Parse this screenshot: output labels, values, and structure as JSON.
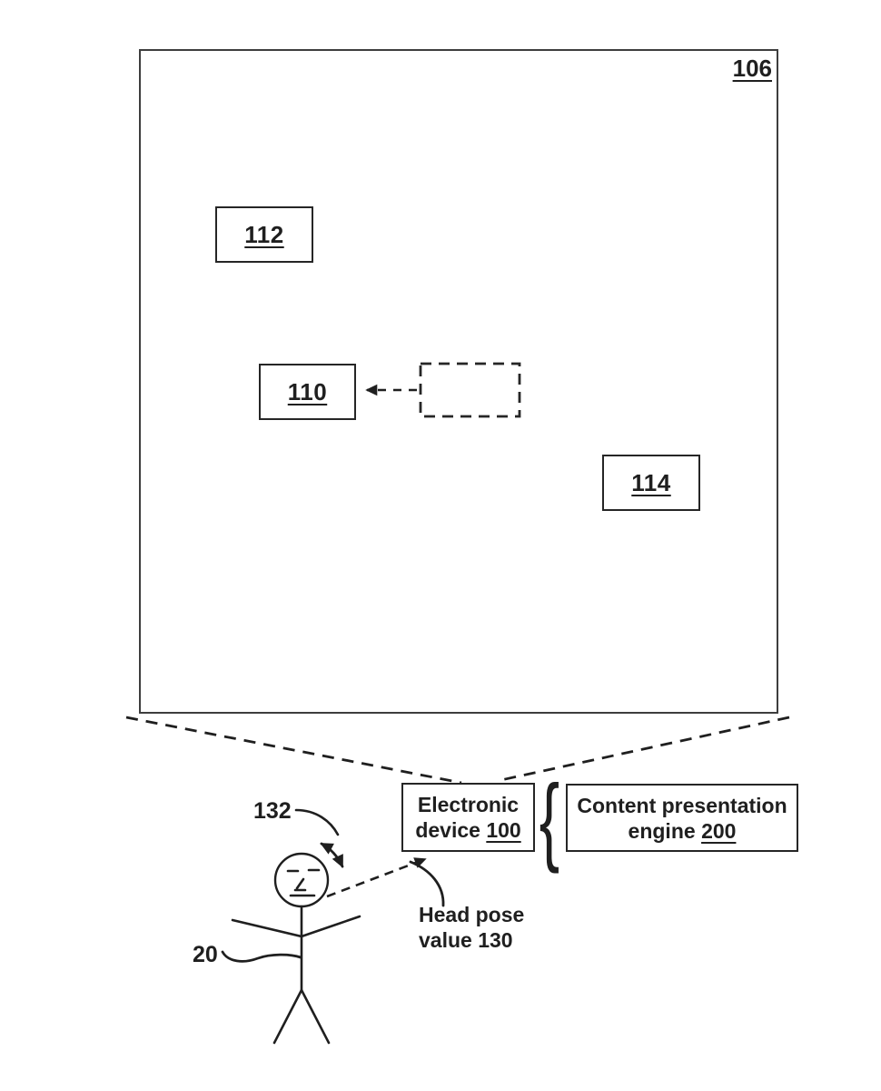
{
  "colors": {
    "ink": "#1f1f1f",
    "frame_stroke": "#3e3e3e",
    "background": "#ffffff"
  },
  "display_region": {
    "ref_label": "106"
  },
  "virtual_objects": [
    {
      "ref_label": "112"
    },
    {
      "ref_label": "110"
    },
    {
      "ref_label": "114"
    }
  ],
  "device_box": {
    "line1": "Electronic",
    "line2_word": "device",
    "line2_ref": "100"
  },
  "engine_box": {
    "line1": "Content presentation",
    "line2_word": "engine",
    "line2_ref": "200"
  },
  "brace_glyph": "{",
  "person_label": {
    "ref_label": "20"
  },
  "head_rotation_label": {
    "ref_label": "132"
  },
  "head_pose_label": {
    "line1": "Head pose",
    "line2": "value 130"
  }
}
